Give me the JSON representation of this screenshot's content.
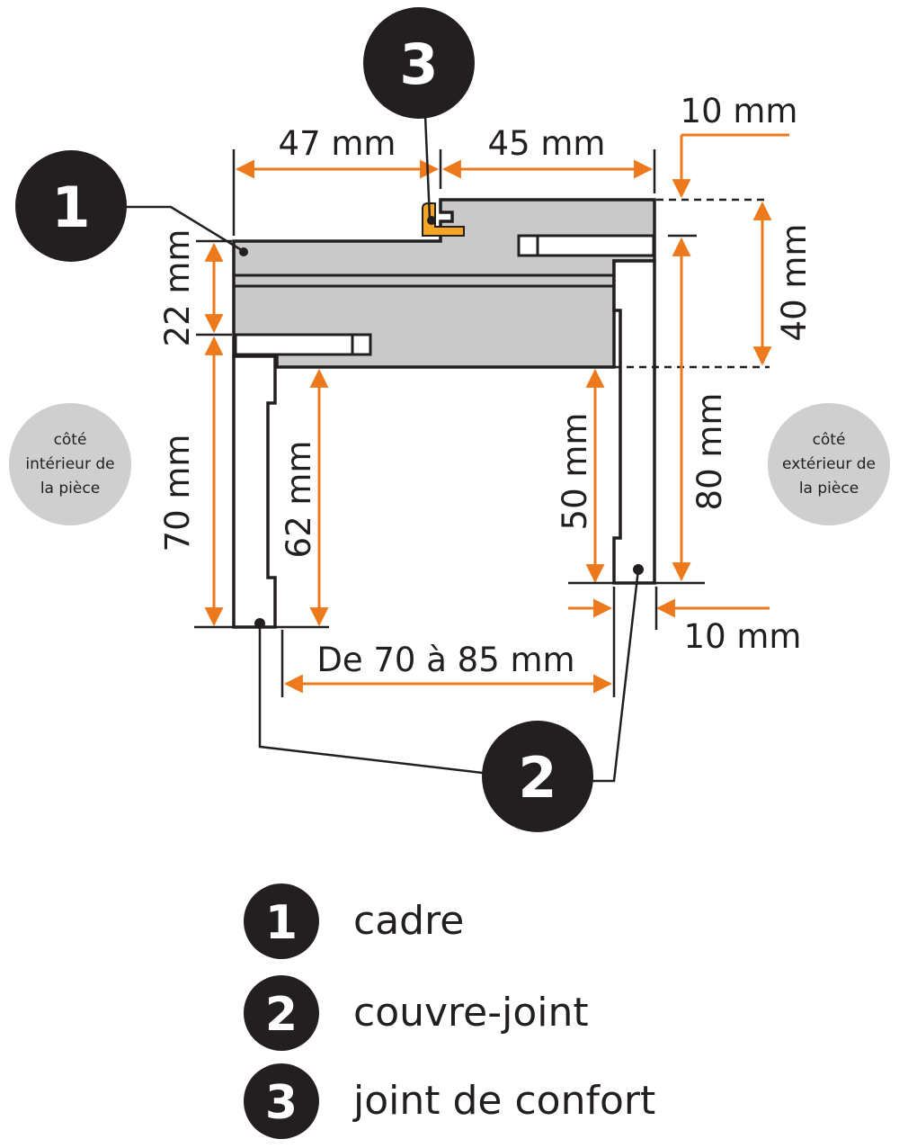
{
  "dimensions": {
    "frame_width_left": "47 mm",
    "frame_width_right": "45 mm",
    "frame_thickness": "22 mm",
    "inner_cover_height": "70 mm",
    "inner_cover_depth": "62 mm",
    "rebate_height": "40 mm",
    "outer_cover_depth": "50 mm",
    "outer_total": "80 mm",
    "gap_top": "10 mm",
    "gap_bottom": "10 mm",
    "wall_range": "De 70 à 85 mm"
  },
  "sides": {
    "interior": [
      "côté",
      "intérieur de",
      "la pièce"
    ],
    "exterior": [
      "côté",
      "extérieur de",
      "la pièce"
    ]
  },
  "badges": {
    "one": "1",
    "two": "2",
    "three": "3"
  },
  "legend": [
    {
      "number": "1",
      "label": "cadre"
    },
    {
      "number": "2",
      "label": "couvre-joint"
    },
    {
      "number": "3",
      "label": "joint de confort"
    }
  ],
  "colors": {
    "accent": "#ec7a1c",
    "badge": "#231f20",
    "part_fill": "#c9c9c9",
    "side_circle": "#cfcfcf"
  }
}
